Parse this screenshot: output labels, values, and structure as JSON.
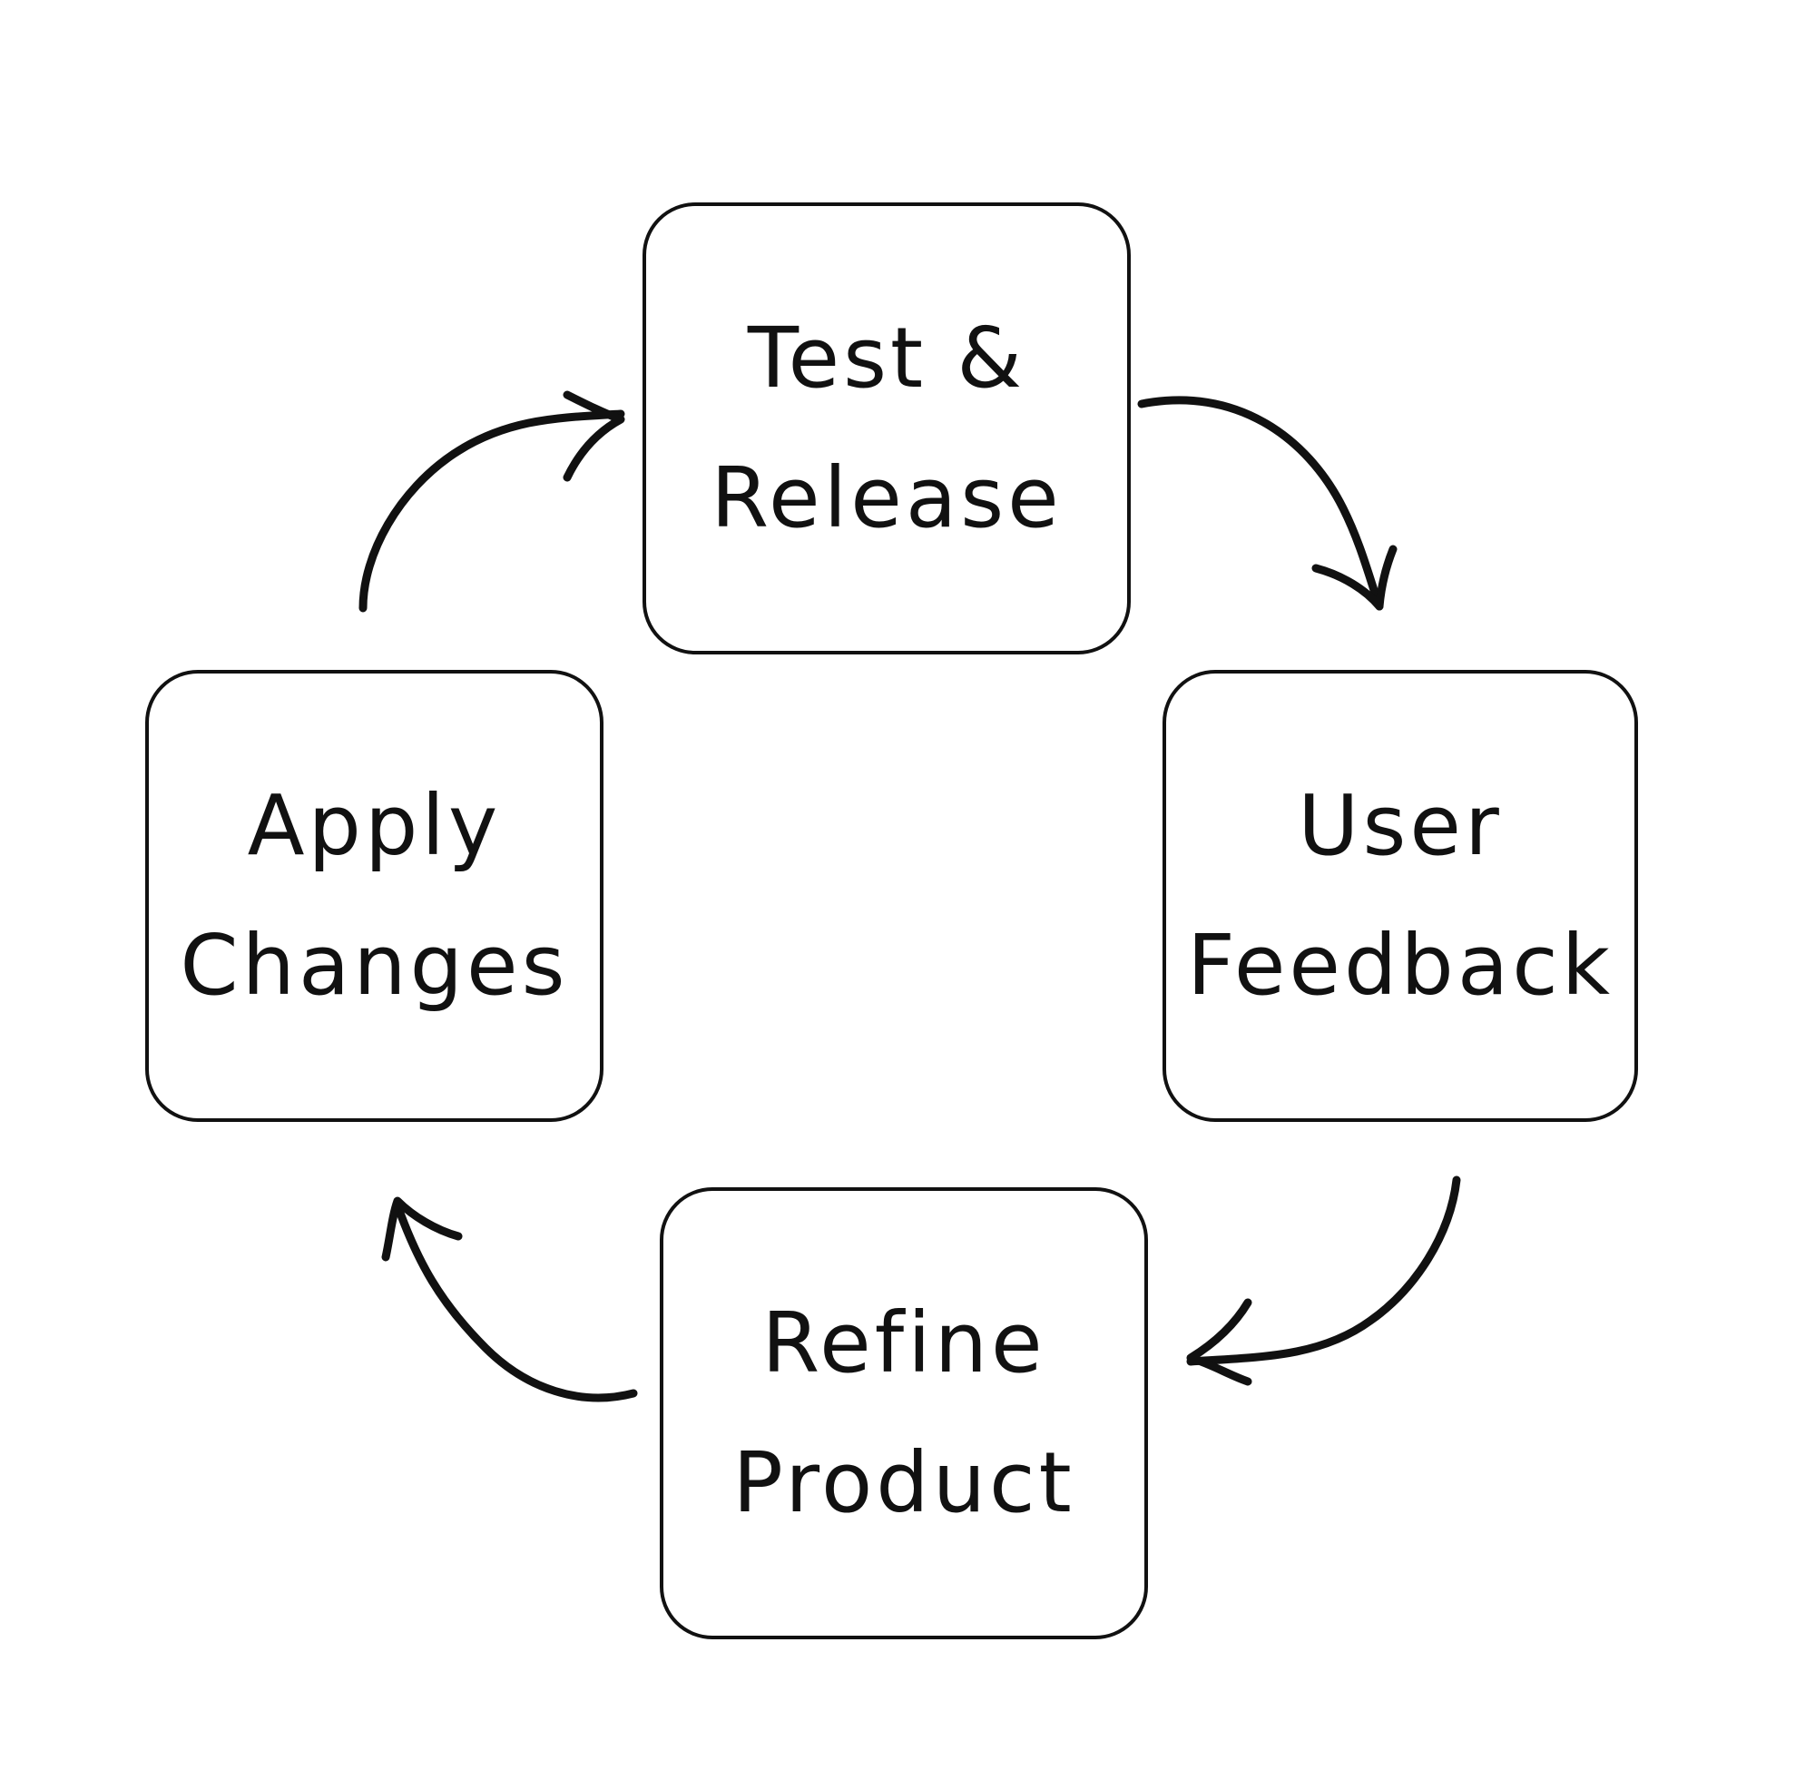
{
  "diagram": {
    "nodes": [
      {
        "id": "test-release",
        "lines": [
          "Test &",
          "Release"
        ]
      },
      {
        "id": "user-feedback",
        "lines": [
          "User",
          "Feedback"
        ]
      },
      {
        "id": "refine-product",
        "lines": [
          "Refine",
          "Product"
        ]
      },
      {
        "id": "apply-changes",
        "lines": [
          "Apply",
          "Changes"
        ]
      }
    ],
    "edges": [
      {
        "from": "test-release",
        "to": "user-feedback"
      },
      {
        "from": "user-feedback",
        "to": "refine-product"
      },
      {
        "from": "refine-product",
        "to": "apply-changes"
      },
      {
        "from": "apply-changes",
        "to": "test-release"
      }
    ],
    "colors": {
      "stroke": "#111111",
      "background": "#ffffff"
    }
  }
}
